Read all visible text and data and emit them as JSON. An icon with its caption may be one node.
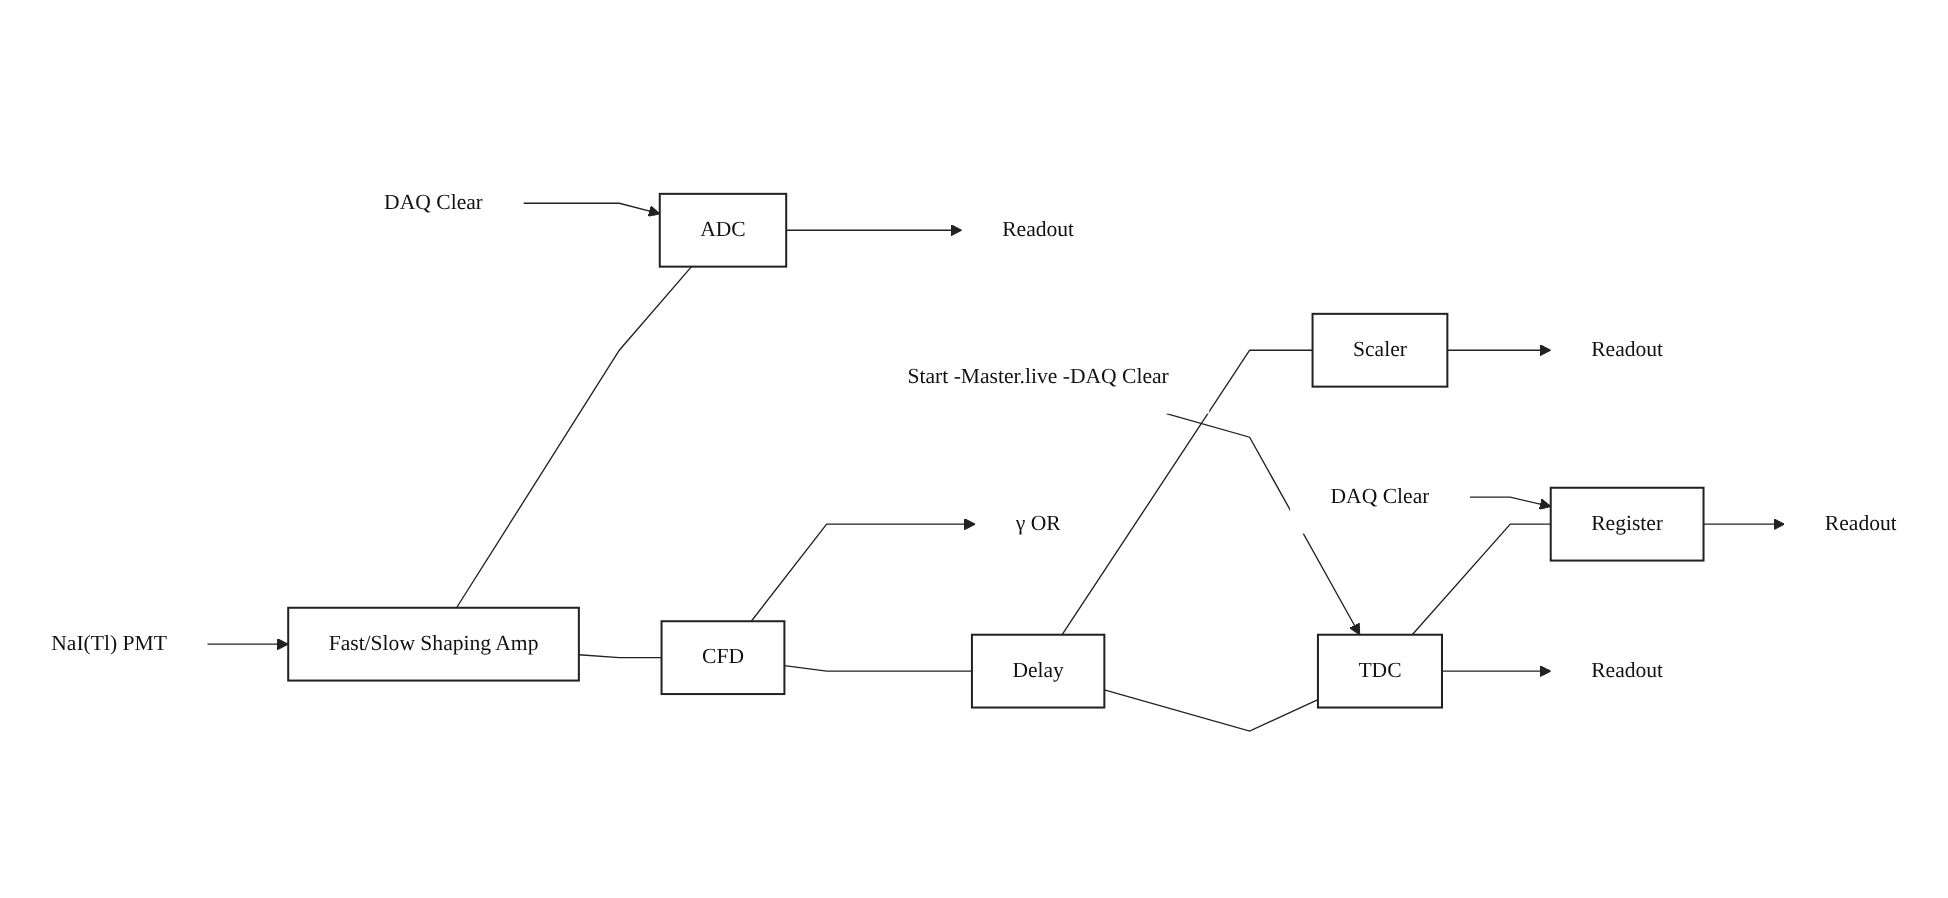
{
  "diagram": {
    "nodes": [
      {
        "text": [
          "NaI(Tl) PMT"
        ]
      },
      {
        "text": [
          "Fast/Slow Shaping Amp"
        ]
      },
      {
        "text": [
          "ADC"
        ]
      },
      {
        "text": [
          "Readout"
        ]
      },
      {
        "text": [
          "DAQ Clear"
        ]
      },
      {
        "text": [
          "CFD"
        ]
      },
      {
        "text": [
          "Delay"
        ]
      },
      {
        "text": [
          "Scaler"
        ]
      },
      {
        "text": [
          "Readout"
        ]
      },
      {
        "text": [
          "γ OR"
        ]
      },
      {
        "text": [
          "TDC"
        ]
      },
      {
        "text": [
          "Register"
        ]
      },
      {
        "text": [
          "Readout"
        ]
      },
      {
        "text": [
          "DAQ Clear"
        ]
      },
      {
        "text": [
          "Start -Master.live -DAQ Clear"
        ]
      },
      {
        "text": [
          "Readout"
        ]
      }
    ],
    "edges": [
      {
        "from": 0,
        "to": 1,
        "arrow": "to"
      },
      {
        "from": 1,
        "to": 2,
        "arrow": "none"
      },
      {
        "from": 2,
        "to": 3,
        "arrow": "to"
      },
      {
        "from": 4,
        "to": 2,
        "arrow": "to"
      },
      {
        "from": 1,
        "to": 5,
        "arrow": "none"
      },
      {
        "from": 5,
        "to": 6,
        "arrow": "none"
      },
      {
        "from": 6,
        "to": 7,
        "arrow": "none"
      },
      {
        "from": 7,
        "to": 8,
        "arrow": "to"
      },
      {
        "from": 5,
        "to": 9,
        "arrow": "to"
      },
      {
        "from": 6,
        "to": 10,
        "arrow": "none"
      },
      {
        "from": 10,
        "to": 11,
        "arrow": "none"
      },
      {
        "from": 11,
        "to": 12,
        "arrow": "to"
      },
      {
        "from": 13,
        "to": 11,
        "arrow": "to"
      },
      {
        "from": 14,
        "to": 10,
        "arrow": "to"
      },
      {
        "from": 10,
        "to": 15,
        "arrow": "to"
      }
    ]
  }
}
